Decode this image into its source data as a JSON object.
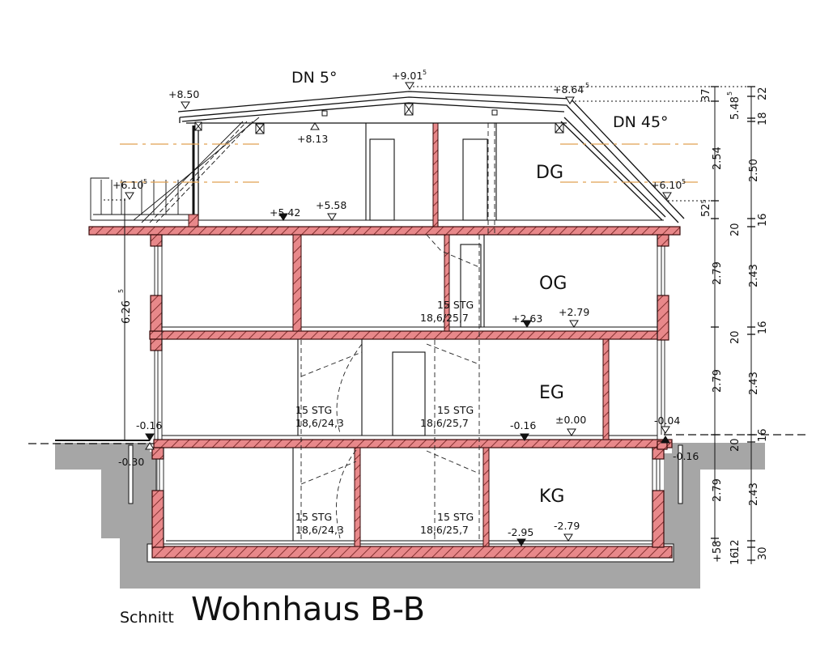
{
  "title": {
    "prefix": "Schnitt",
    "main": "Wohnhaus B-B"
  },
  "roof": {
    "left_pitch": "DN 5°",
    "right_pitch": "DN 45°"
  },
  "floors": [
    {
      "id": "DG",
      "label": "DG"
    },
    {
      "id": "OG",
      "label": "OG"
    },
    {
      "id": "EG",
      "label": "EG"
    },
    {
      "id": "KG",
      "label": "KG"
    }
  ],
  "elevations": {
    "ridge": "+9.01",
    "ridge_sup": "5",
    "eave_left": "+8.50",
    "eave_right": "+8.64",
    "eave_right_sup": "5",
    "ceiling_dg": "+8.13",
    "knee_left": "+6.10",
    "knee_left_sup": "5",
    "knee_right": "+6.10",
    "knee_right_sup": "5",
    "dg_raw": "+5.42",
    "dg_finished": "+5.58",
    "og_raw": "+2.63",
    "og_finished": "+2.79",
    "eg_raw": "-0.16",
    "eg_finished": "±0.00",
    "left_eg_raw": "-0.16",
    "left_ground": "-0.30",
    "right_ground": "-0.04",
    "right_ext": "-0.16",
    "kg_raw": "-2.95",
    "kg_finished": "-2.79"
  },
  "stairs": [
    {
      "id": "og-right",
      "line1": "15 STG",
      "line2": "18,6/25,7"
    },
    {
      "id": "eg-left",
      "line1": "15 STG",
      "line2": "18,6/24,3"
    },
    {
      "id": "eg-right",
      "line1": "15 STG",
      "line2": "18,6/25,7"
    },
    {
      "id": "kg-left",
      "line1": "15 STG",
      "line2": "18,6/24,3"
    },
    {
      "id": "kg-right",
      "line1": "15 STG",
      "line2": "18,6/25,7"
    }
  ],
  "dimensions": {
    "left_height": "6.26",
    "left_height_sup": "5",
    "chain_outer": [
      "37",
      "2.54",
      "52⁵",
      "20",
      "2.79",
      "20",
      "2.79",
      "20",
      "2.79",
      "+58"
    ],
    "chain_inner": [
      "22",
      "18",
      "2.50",
      "16",
      "2.43",
      "16",
      "2.43",
      "16",
      "2.43",
      "12",
      "16",
      "30"
    ],
    "total_roof": "5.48",
    "total_roof_sup": "5"
  },
  "colors": {
    "wall_fill": "#e8888a",
    "wall_stroke": "#6b1a1a",
    "ground": "#a6a6a6",
    "line": "#111111",
    "axis_orange": "#e0a050"
  }
}
